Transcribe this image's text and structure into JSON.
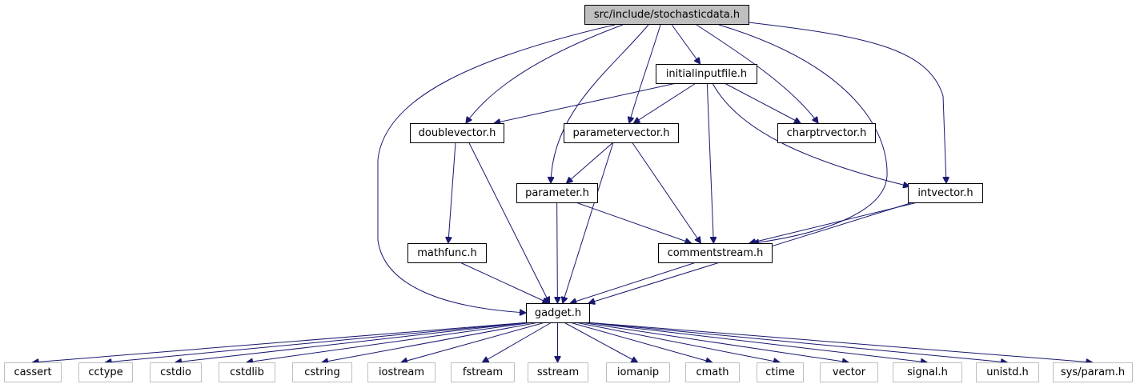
{
  "graph": {
    "root": "src/include/stochasticdata.h",
    "nodes": [
      {
        "id": "stochasticdata",
        "label": "src/include/stochasticdata.h",
        "kind": "root"
      },
      {
        "id": "initialinputfile",
        "label": "initialinputfile.h",
        "kind": "local"
      },
      {
        "id": "doublevector",
        "label": "doublevector.h",
        "kind": "local"
      },
      {
        "id": "parametervector",
        "label": "parametervector.h",
        "kind": "local"
      },
      {
        "id": "charptrvector",
        "label": "charptrvector.h",
        "kind": "local"
      },
      {
        "id": "parameter",
        "label": "parameter.h",
        "kind": "local"
      },
      {
        "id": "intvector",
        "label": "intvector.h",
        "kind": "local"
      },
      {
        "id": "mathfunc",
        "label": "mathfunc.h",
        "kind": "local"
      },
      {
        "id": "commentstream",
        "label": "commentstream.h",
        "kind": "local"
      },
      {
        "id": "gadget",
        "label": "gadget.h",
        "kind": "local"
      },
      {
        "id": "cassert",
        "label": "cassert",
        "kind": "external"
      },
      {
        "id": "cctype",
        "label": "cctype",
        "kind": "external"
      },
      {
        "id": "cstdio",
        "label": "cstdio",
        "kind": "external"
      },
      {
        "id": "cstdlib",
        "label": "cstdlib",
        "kind": "external"
      },
      {
        "id": "cstring",
        "label": "cstring",
        "kind": "external"
      },
      {
        "id": "iostream",
        "label": "iostream",
        "kind": "external"
      },
      {
        "id": "fstream",
        "label": "fstream",
        "kind": "external"
      },
      {
        "id": "sstream",
        "label": "sstream",
        "kind": "external"
      },
      {
        "id": "iomanip",
        "label": "iomanip",
        "kind": "external"
      },
      {
        "id": "cmath",
        "label": "cmath",
        "kind": "external"
      },
      {
        "id": "ctime",
        "label": "ctime",
        "kind": "external"
      },
      {
        "id": "vector",
        "label": "vector",
        "kind": "external"
      },
      {
        "id": "signal",
        "label": "signal.h",
        "kind": "external"
      },
      {
        "id": "unistd",
        "label": "unistd.h",
        "kind": "external"
      },
      {
        "id": "sysparam",
        "label": "sys/param.h",
        "kind": "external"
      }
    ],
    "edges": [
      {
        "from": "stochasticdata",
        "to": "gadget"
      },
      {
        "from": "stochasticdata",
        "to": "doublevector"
      },
      {
        "from": "stochasticdata",
        "to": "parameter"
      },
      {
        "from": "stochasticdata",
        "to": "parametervector"
      },
      {
        "from": "stochasticdata",
        "to": "initialinputfile"
      },
      {
        "from": "stochasticdata",
        "to": "charptrvector"
      },
      {
        "from": "stochasticdata",
        "to": "commentstream"
      },
      {
        "from": "stochasticdata",
        "to": "intvector"
      },
      {
        "from": "initialinputfile",
        "to": "doublevector"
      },
      {
        "from": "initialinputfile",
        "to": "parametervector"
      },
      {
        "from": "initialinputfile",
        "to": "charptrvector"
      },
      {
        "from": "initialinputfile",
        "to": "commentstream"
      },
      {
        "from": "initialinputfile",
        "to": "intvector"
      },
      {
        "from": "doublevector",
        "to": "mathfunc"
      },
      {
        "from": "doublevector",
        "to": "gadget"
      },
      {
        "from": "parametervector",
        "to": "parameter"
      },
      {
        "from": "parametervector",
        "to": "gadget"
      },
      {
        "from": "parametervector",
        "to": "commentstream"
      },
      {
        "from": "parameter",
        "to": "gadget"
      },
      {
        "from": "parameter",
        "to": "commentstream"
      },
      {
        "from": "intvector",
        "to": "commentstream"
      },
      {
        "from": "intvector",
        "to": "gadget"
      },
      {
        "from": "mathfunc",
        "to": "gadget"
      },
      {
        "from": "commentstream",
        "to": "gadget"
      },
      {
        "from": "gadget",
        "to": "cassert"
      },
      {
        "from": "gadget",
        "to": "cctype"
      },
      {
        "from": "gadget",
        "to": "cstdio"
      },
      {
        "from": "gadget",
        "to": "cstdlib"
      },
      {
        "from": "gadget",
        "to": "cstring"
      },
      {
        "from": "gadget",
        "to": "iostream"
      },
      {
        "from": "gadget",
        "to": "fstream"
      },
      {
        "from": "gadget",
        "to": "sstream"
      },
      {
        "from": "gadget",
        "to": "iomanip"
      },
      {
        "from": "gadget",
        "to": "cmath"
      },
      {
        "from": "gadget",
        "to": "ctime"
      },
      {
        "from": "gadget",
        "to": "vector"
      },
      {
        "from": "gadget",
        "to": "signal"
      },
      {
        "from": "gadget",
        "to": "unistd"
      },
      {
        "from": "gadget",
        "to": "sysparam"
      }
    ],
    "colors": {
      "edge": "#191970",
      "root_fill": "#bfbfbf",
      "local_border": "#000000",
      "external_border": "#bfbfbf"
    }
  }
}
